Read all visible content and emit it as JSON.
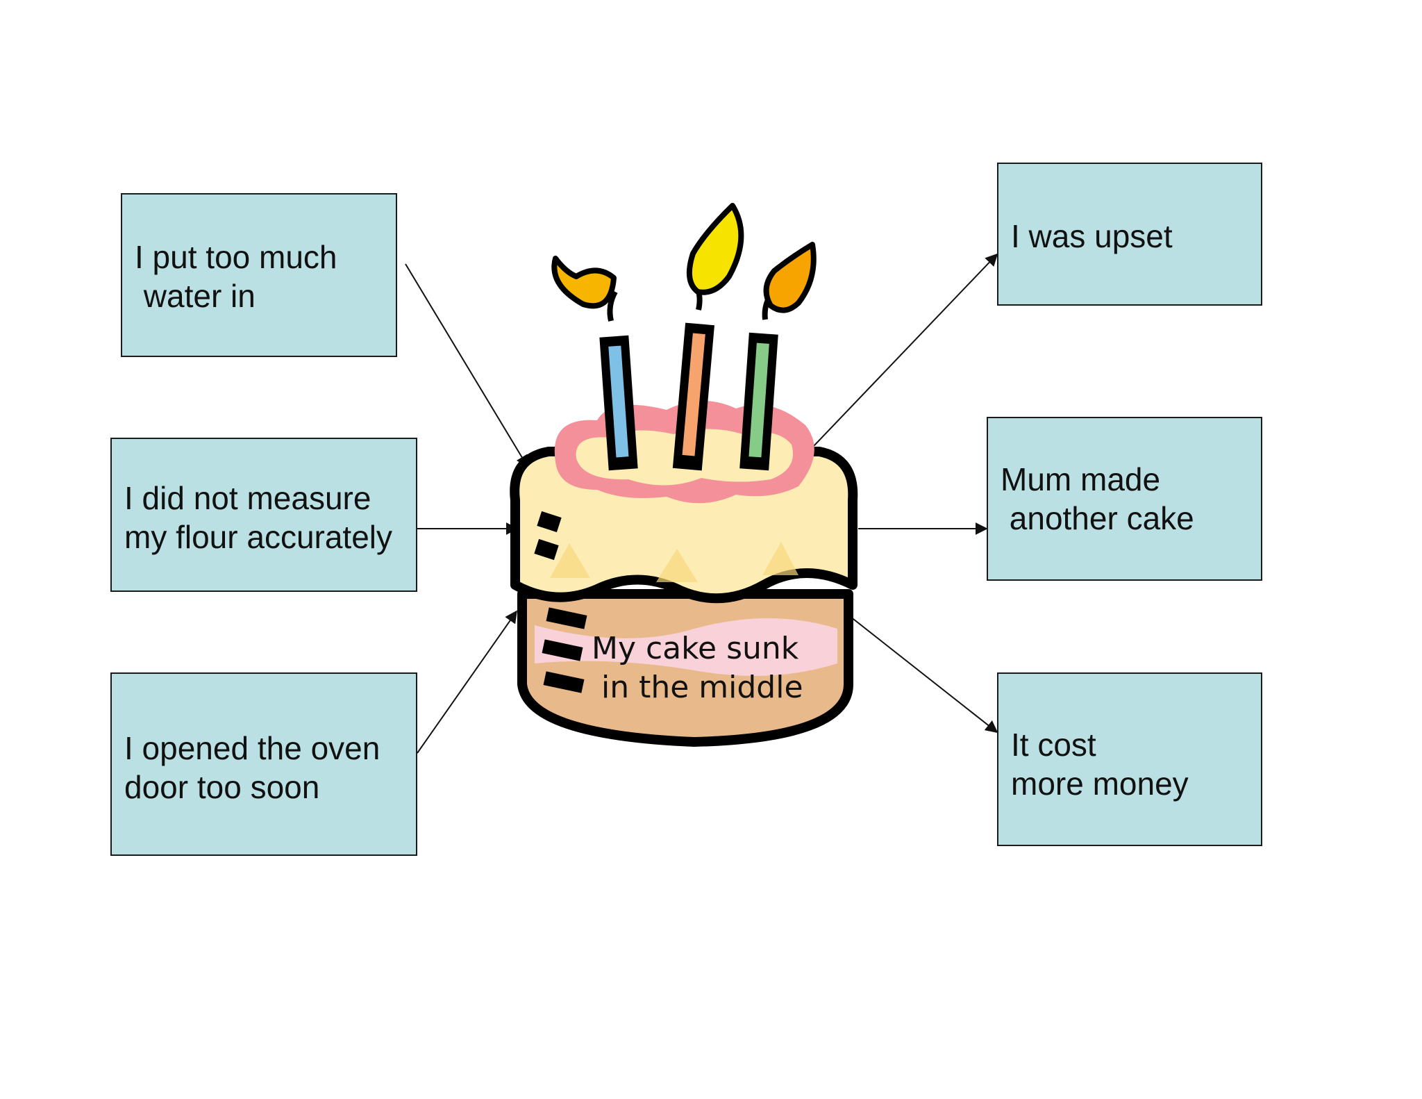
{
  "causes": [
    {
      "lines": [
        "I put too much",
        " water in"
      ]
    },
    {
      "lines": [
        "I did not measure",
        "my flour accurately"
      ]
    },
    {
      "lines": [
        "I opened the oven",
        "door too soon"
      ]
    }
  ],
  "center": {
    "lines": [
      "My cake sunk",
      " in the middle"
    ]
  },
  "effects": [
    {
      "lines": [
        "I was upset"
      ]
    },
    {
      "lines": [
        "Mum made",
        " another cake"
      ]
    },
    {
      "lines": [
        "It cost",
        "more money"
      ]
    }
  ],
  "colors": {
    "box_fill": "#bbe0e3",
    "candle_blue": "#7fc0e6",
    "candle_orange": "#f6a36e",
    "candle_green": "#86cc88",
    "frosting_pink": "#f4909a",
    "cake_cream": "#fdedb4",
    "cake_tan": "#e8b98a",
    "cake_pink": "#f8d2d8"
  }
}
